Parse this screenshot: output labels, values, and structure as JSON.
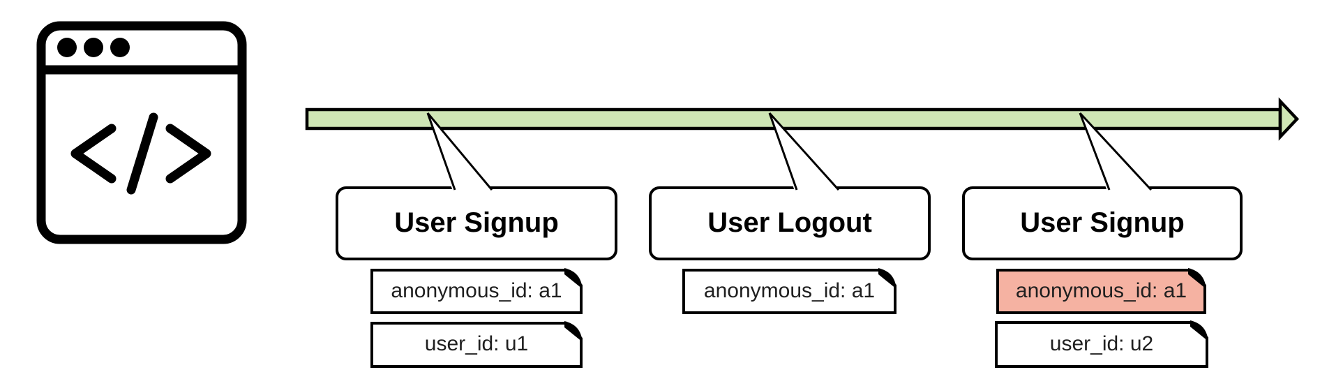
{
  "colors": {
    "timeline_green": "#cfe6b5",
    "highlight_salmon": "#f5b2a2",
    "outline": "#000000",
    "tag_fill": "#ffffff"
  },
  "icons": {
    "app_window": "browser-code-icon"
  },
  "events": [
    {
      "title": "User Signup",
      "tags": [
        {
          "label": "anonymous_id: a1",
          "highlighted": false
        },
        {
          "label": "user_id: u1",
          "highlighted": false
        }
      ]
    },
    {
      "title": "User Logout",
      "tags": [
        {
          "label": "anonymous_id: a1",
          "highlighted": false
        }
      ]
    },
    {
      "title": "User Signup",
      "tags": [
        {
          "label": "anonymous_id: a1",
          "highlighted": true
        },
        {
          "label": "user_id: u2",
          "highlighted": false
        }
      ]
    }
  ]
}
